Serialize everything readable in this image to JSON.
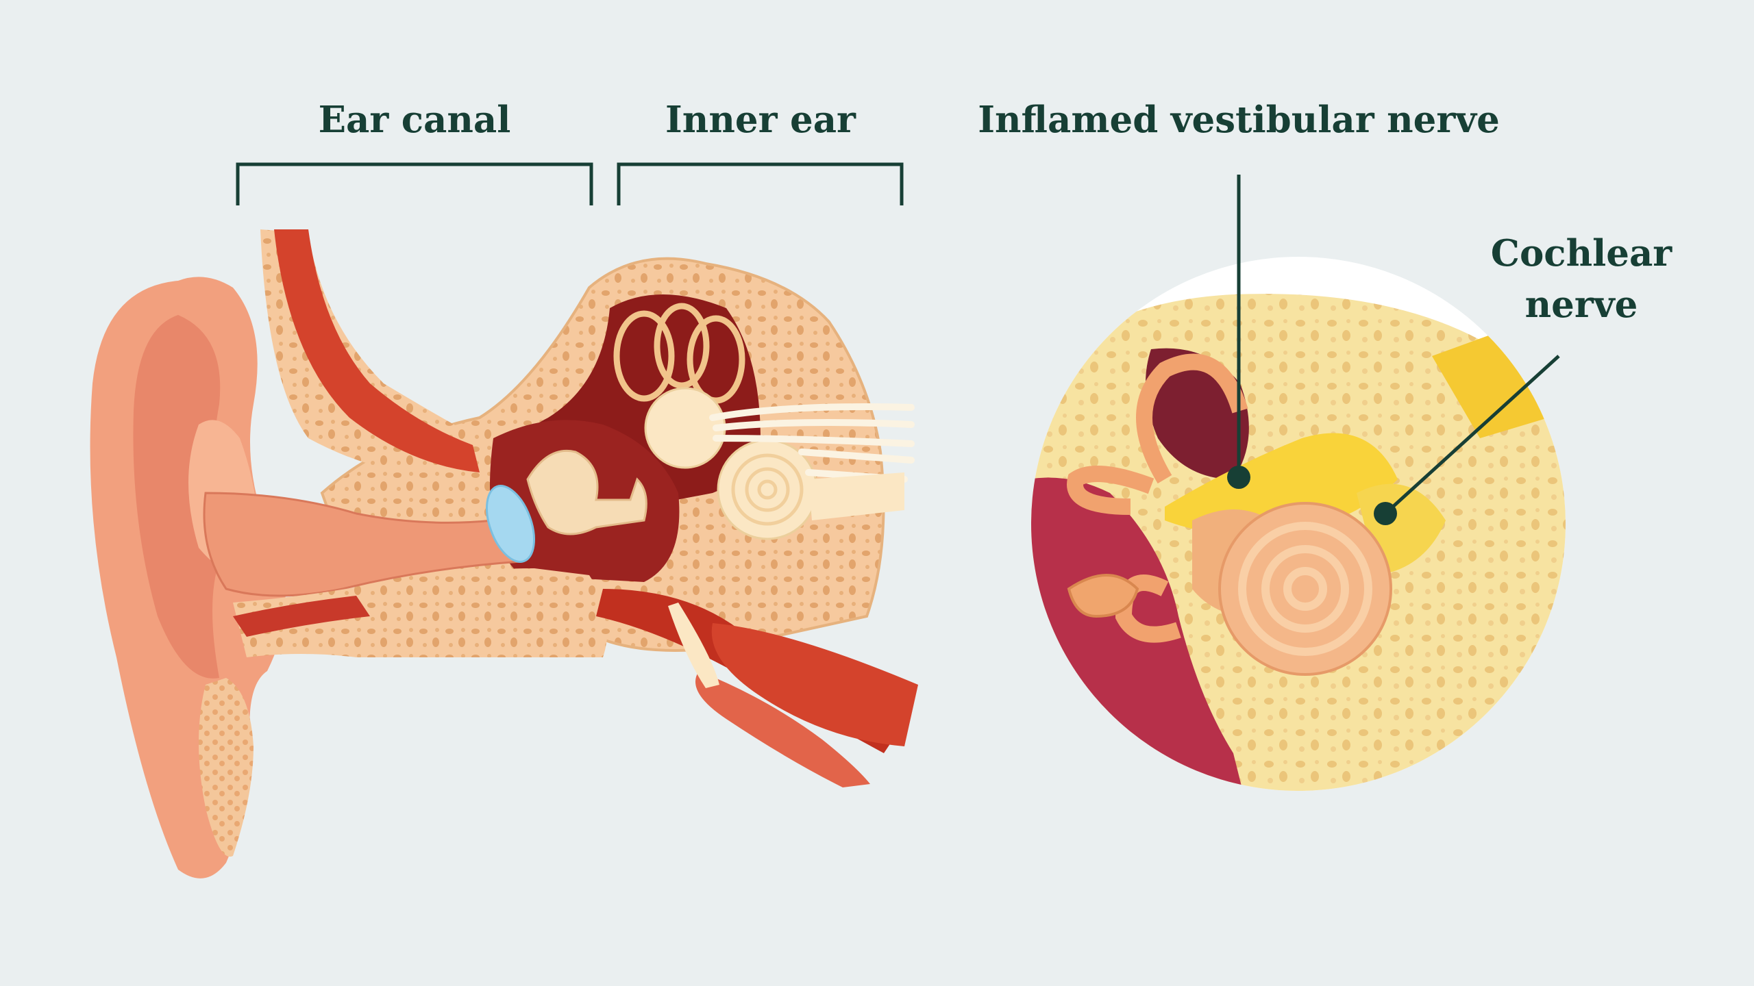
{
  "labels": {
    "ear_canal": "Ear canal",
    "inner_ear": "Inner ear",
    "inflamed_vestibular_nerve": "Inflamed vestibular nerve",
    "cochlear_nerve_line1": "Cochlear",
    "cochlear_nerve_line2": "nerve"
  },
  "colors": {
    "background": "#eaeff0",
    "label_text": "#173f35",
    "skin": "#f2a07e",
    "muscle": "#d4432c",
    "bone": "#f6c99e",
    "bone_detail": "#e2a46c",
    "cavity": "#8d1c1a",
    "eardrum": "#a5d8f0",
    "inner_structures": "#fbe7c4",
    "magnified_bone": "#f7e3a1",
    "magnified_nerve": "#f9d33a"
  }
}
